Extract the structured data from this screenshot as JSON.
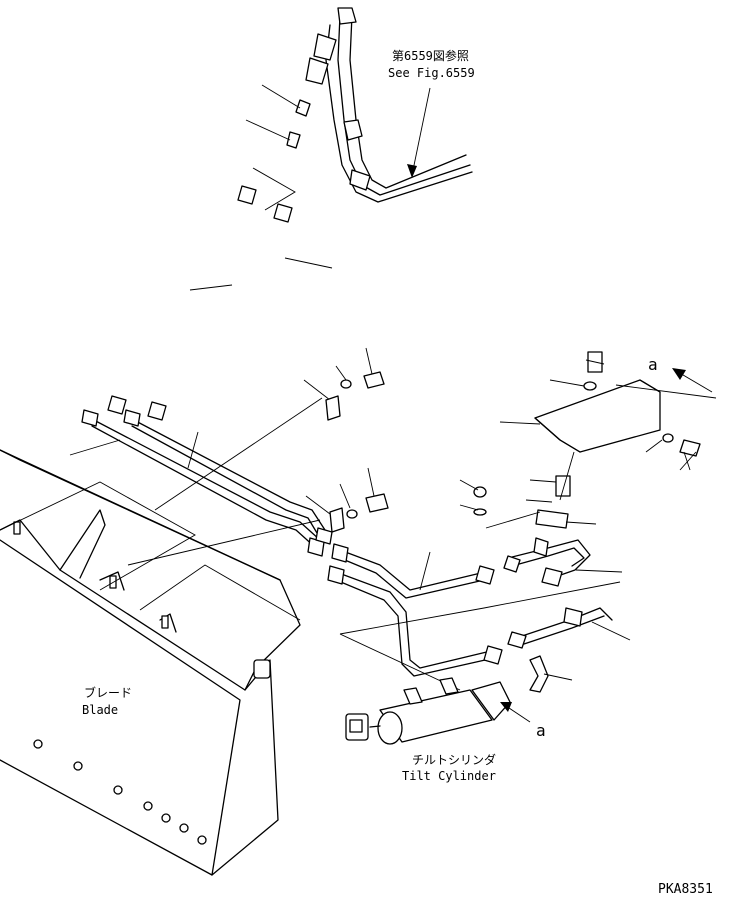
{
  "labels": {
    "ref_jp": "第6559図参照",
    "ref_en": "See Fig.6559",
    "blade_jp": "ブレード",
    "blade_en": "Blade",
    "tilt_jp": "チルトシリンダ",
    "tilt_en": "Tilt Cylinder",
    "view_a_top": "a",
    "view_a_bottom": "a",
    "drawing_id": "PKA8351"
  }
}
